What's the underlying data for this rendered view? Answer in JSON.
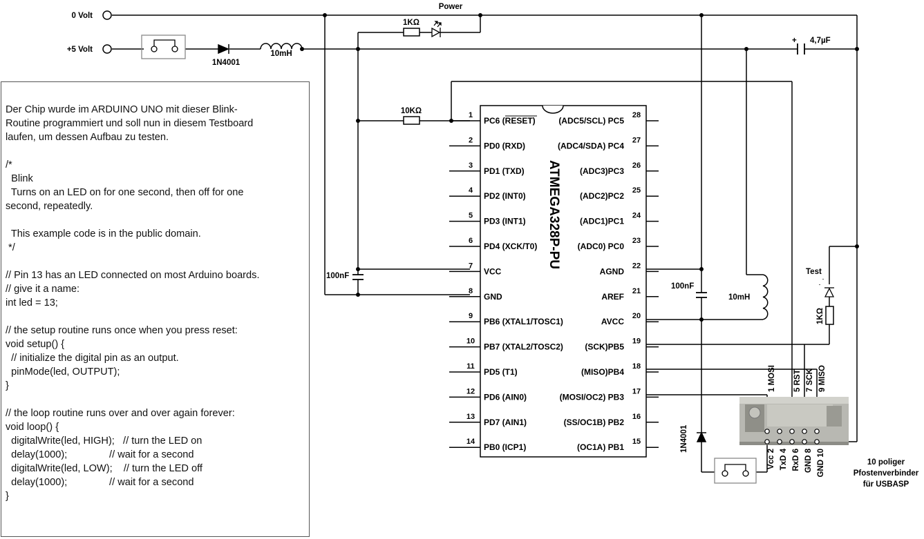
{
  "labels": {
    "zero_volt": "0 Volt",
    "plus5_volt": "+5 Volt",
    "power": "Power",
    "diode_main": "1N4001",
    "inductor_main": "10mH",
    "r_led": "1KΩ",
    "cap_top": "4,7µF",
    "cap_plus": "+",
    "r_reset": "10KΩ",
    "cap_vcc": "100nF",
    "cap_avcc": "100nF",
    "inductor_avcc": "10mH",
    "test": "Test",
    "r_test": "1KΩ",
    "diode_bottom": "1N4001",
    "connector_title": [
      "10 poliger",
      "Pfostenverbinder",
      "für USBASP"
    ],
    "connector_top": [
      "1 MOSI",
      "5 RST",
      "7 SCK",
      "9 MISO"
    ],
    "connector_bottom": [
      "Vcc 2",
      "TxD 4",
      "RxD 6",
      "GND 8",
      "GND 10"
    ]
  },
  "chip": {
    "name": "ATMEGA328P-PU",
    "left_pins": [
      {
        "n": "1",
        "label": "PC6 (RESET)"
      },
      {
        "n": "2",
        "label": "PD0 (RXD)"
      },
      {
        "n": "3",
        "label": "PD1 (TXD)"
      },
      {
        "n": "4",
        "label": "PD2 (INT0)"
      },
      {
        "n": "5",
        "label": "PD3 (INT1)"
      },
      {
        "n": "6",
        "label": "PD4 (XCK/T0)"
      },
      {
        "n": "7",
        "label": "VCC"
      },
      {
        "n": "8",
        "label": "GND"
      },
      {
        "n": "9",
        "label": "PB6 (XTAL1/TOSC1)"
      },
      {
        "n": "10",
        "label": "PB7 (XTAL2/TOSC2)"
      },
      {
        "n": "11",
        "label": "PD5 (T1)"
      },
      {
        "n": "12",
        "label": "PD6 (AIN0)"
      },
      {
        "n": "13",
        "label": "PD7 (AIN1)"
      },
      {
        "n": "14",
        "label": "PB0 (ICP1)"
      }
    ],
    "right_pins": [
      {
        "n": "28",
        "label": "(ADC5/SCL) PC5"
      },
      {
        "n": "27",
        "label": "(ADC4/SDA) PC4"
      },
      {
        "n": "26",
        "label": "(ADC3)PC3"
      },
      {
        "n": "25",
        "label": "(ADC2)PC2"
      },
      {
        "n": "24",
        "label": "(ADC1)PC1"
      },
      {
        "n": "23",
        "label": "(ADC0) PC0"
      },
      {
        "n": "22",
        "label": "AGND"
      },
      {
        "n": "21",
        "label": "AREF"
      },
      {
        "n": "20",
        "label": "AVCC"
      },
      {
        "n": "19",
        "label": "(SCK)PB5"
      },
      {
        "n": "18",
        "label": "(MISO)PB4"
      },
      {
        "n": "17",
        "label": "(MOSI/OC2) PB3"
      },
      {
        "n": "16",
        "label": "(SS/OC1B) PB2"
      },
      {
        "n": "15",
        "label": "(OC1A) PB1"
      }
    ]
  },
  "note_lines": [
    "Der Chip wurde im ARDUINO UNO mit dieser Blink-",
    "Routine programmiert und soll nun in diesem Testboard",
    "laufen, um dessen Aufbau zu testen.",
    "",
    "/*",
    "  Blink",
    "  Turns on an LED on for one second, then off for one",
    "second, repeatedly.",
    "",
    "  This example code is in the public domain.",
    " */",
    "",
    "// Pin 13 has an LED connected on most Arduino boards.",
    "// give it a name:",
    "int led = 13;",
    "",
    "// the setup routine runs once when you press reset:",
    "void setup() {",
    "  // initialize the digital pin as an output.",
    "  pinMode(led, OUTPUT);",
    "}",
    "",
    "// the loop routine runs over and over again forever:",
    "void loop() {",
    "  digitalWrite(led, HIGH);   // turn the LED on",
    "  delay(1000);               // wait for a second",
    "  digitalWrite(led, LOW);    // turn the LED off",
    "  delay(1000);               // wait for a second",
    "}"
  ]
}
